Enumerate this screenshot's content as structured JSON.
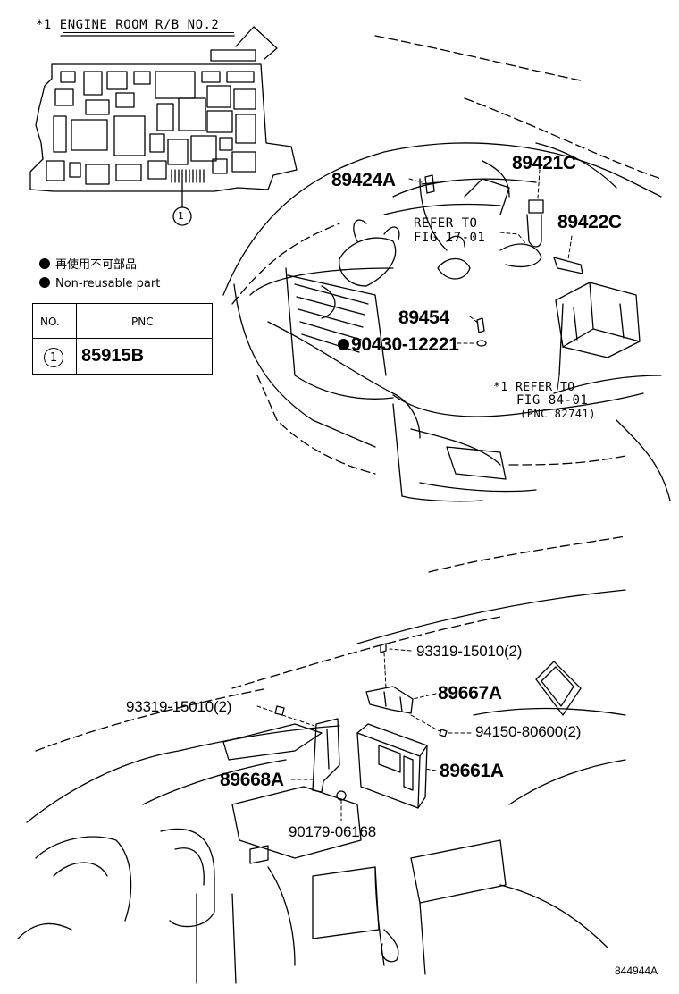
{
  "engine_room_label": "*1 ENGINE ROOM R/B NO.2",
  "callout_number": "1",
  "legend": {
    "line_jp": "再使用不可部品",
    "line_en": "Non-reusable part"
  },
  "table": {
    "col_no": "NO.",
    "col_pnc": "PNC",
    "rows": [
      {
        "no": "1",
        "pnc": "85915B"
      }
    ]
  },
  "parts_top": {
    "p89424A": "89424A",
    "p89421C": "89421C",
    "p89422C": "89422C",
    "refer_fig17_line1": "REFER TO",
    "refer_fig17_line2": "FIG 17-01",
    "p89454": "89454",
    "p90430": "90430-12221",
    "refer_fig84_line1": "*1 REFER TO",
    "refer_fig84_line2": "FIG 84-01",
    "refer_fig84_line3": "(PNC 82741)"
  },
  "parts_bottom": {
    "p93319_top": "93319-15010(2)",
    "p93319_left": "93319-15010(2)",
    "p89667A": "89667A",
    "p94150": "94150-80600(2)",
    "p89668A": "89668A",
    "p89661A": "89661A",
    "p90179": "90179-06168"
  },
  "figure_id": "844944A"
}
